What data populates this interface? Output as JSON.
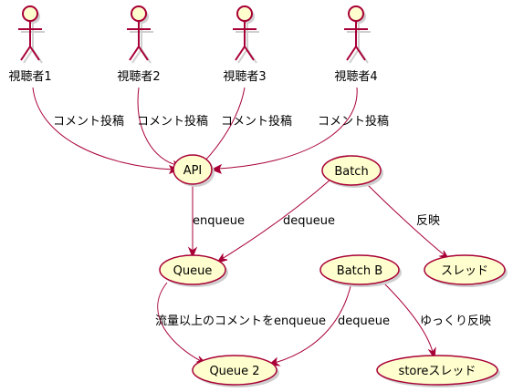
{
  "actors": [
    {
      "id": "a1",
      "name": "視聴者1"
    },
    {
      "id": "a2",
      "name": "視聴者2"
    },
    {
      "id": "a3",
      "name": "視聴者3"
    },
    {
      "id": "a4",
      "name": "視聴者4"
    }
  ],
  "usecases": {
    "api": "API",
    "batch": "Batch",
    "queue": "Queue",
    "thread": "スレッド",
    "batch_b": "Batch B",
    "queue2": "Queue 2",
    "store_thread": "storeスレッド"
  },
  "edges": {
    "a1_api": "コメント投稿",
    "a2_api": "コメント投稿",
    "a3_api": "コメント投稿",
    "a4_api": "コメント投稿",
    "api_queue": "enqueue",
    "batch_queue": "dequeue",
    "batch_thread": "反映",
    "queue_queue2": "流量以上のコメントをenqueue",
    "batchb_queue2": "dequeue",
    "batchb_store": "ゆっくり反映"
  },
  "colors": {
    "fill": "#FEFECE",
    "stroke": "#A80036"
  }
}
